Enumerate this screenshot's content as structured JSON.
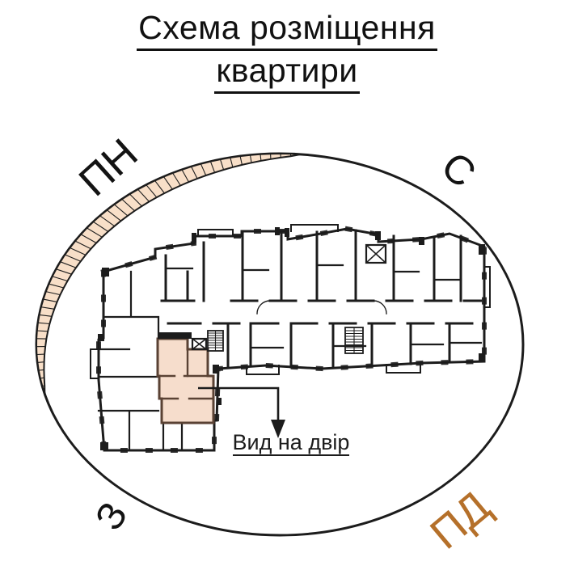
{
  "title": {
    "line1": "Схема розміщення",
    "line2": "квартири"
  },
  "compass": {
    "north_label": "ПН",
    "east_label": "С",
    "west_label": "З",
    "south_label": "ПД"
  },
  "annotation": {
    "view_label": "Вид на двір"
  },
  "colors": {
    "line": "#1c1c1c",
    "apartment_highlight": "#f6ddcc",
    "apartment_wall": "#5a4234",
    "orientation_band": "#f8dfc8",
    "south_label_color": "#b5702a"
  },
  "icons": {
    "elevator": "crossed-square",
    "stairs": "hatched-run"
  }
}
